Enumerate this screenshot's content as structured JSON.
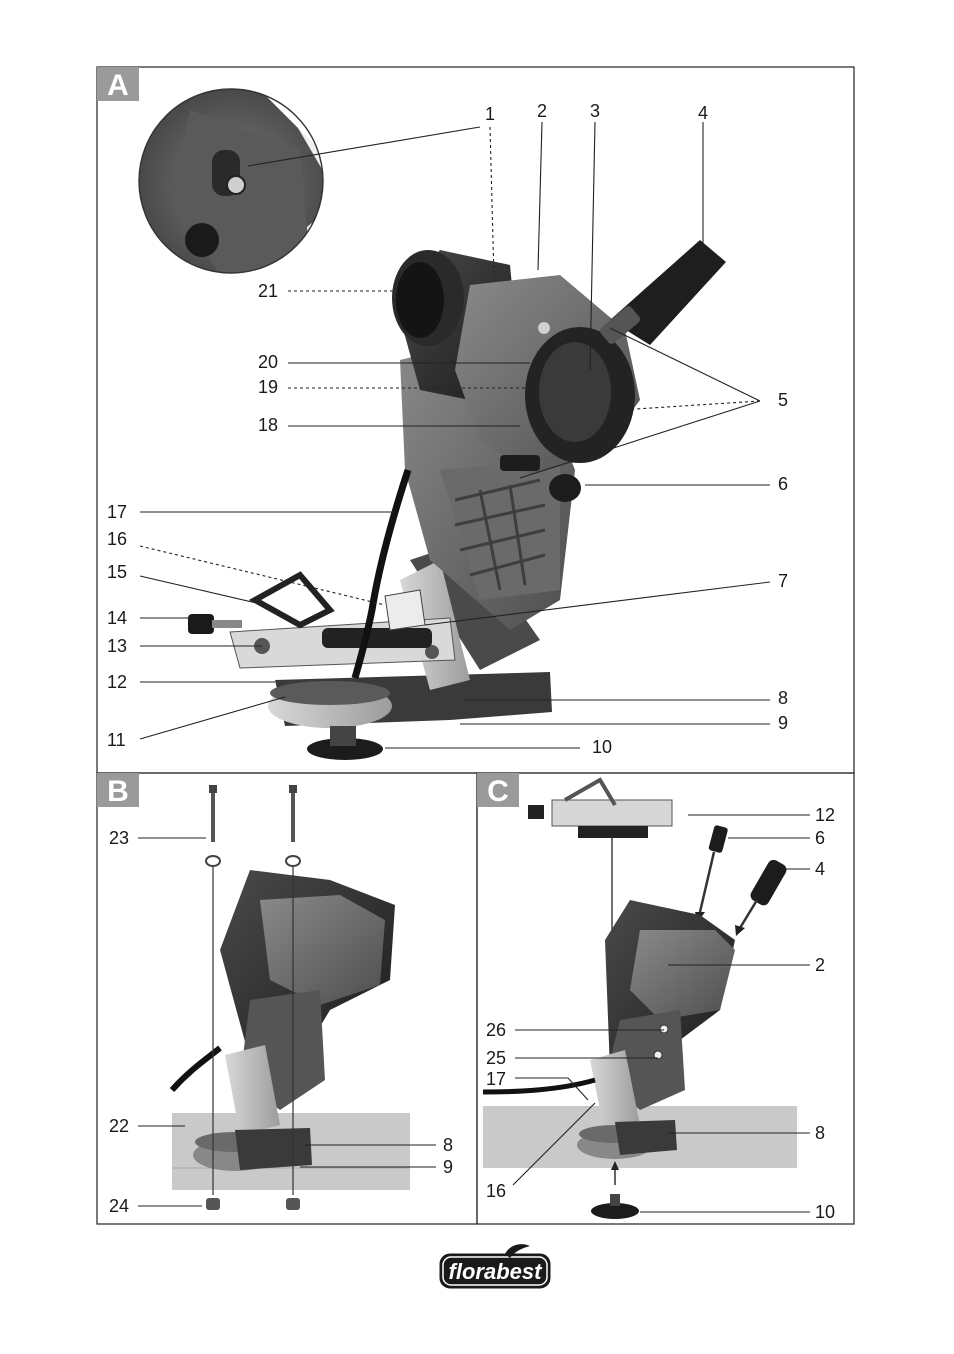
{
  "panels": {
    "a": {
      "letter": "A"
    },
    "b": {
      "letter": "B"
    },
    "c": {
      "letter": "C"
    }
  },
  "labels": {
    "a": [
      "1",
      "2",
      "3",
      "4",
      "5",
      "6",
      "7",
      "8",
      "9",
      "10",
      "11",
      "12",
      "13",
      "14",
      "15",
      "16",
      "17",
      "18",
      "19",
      "20",
      "21"
    ],
    "b": [
      "23",
      "22",
      "24",
      "8",
      "9"
    ],
    "c": [
      "12",
      "6",
      "4",
      "2",
      "26",
      "25",
      "17",
      "16",
      "8",
      "10"
    ]
  },
  "brand": {
    "logo": "florabest"
  },
  "colors": {
    "frame": "#222222",
    "panel_tag": "#9a9a9a",
    "machine_dark": "#2b2b2b",
    "machine_mid": "#6e6e6e",
    "machine_light": "#bdbdbd",
    "board": "#c9c9c9"
  }
}
